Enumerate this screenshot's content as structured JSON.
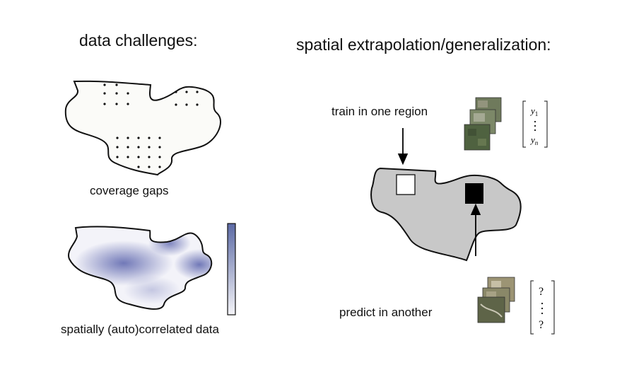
{
  "left_panel": {
    "heading": "data challenges:",
    "coverage_caption": "coverage gaps",
    "correlation_caption": "spatially (auto)correlated data"
  },
  "right_panel": {
    "heading": "spatial extrapolation/generalization:",
    "train_label": "train in one region",
    "predict_label": "predict in another",
    "train_vector": {
      "first": "y",
      "first_sub": "1",
      "last": "y",
      "last_sub": "n"
    },
    "predict_vector": {
      "first": "?",
      "last": "?"
    }
  },
  "colors": {
    "region_fill_light": "#fbfbf8",
    "region_fill_gray": "#c8c8c8",
    "correlation_blue": "#6a72b4",
    "colorbar_top": "#5c6aa5",
    "colorbar_bottom": "#f4f4f8",
    "train_box": "#ffffff",
    "predict_box": "#000000"
  }
}
